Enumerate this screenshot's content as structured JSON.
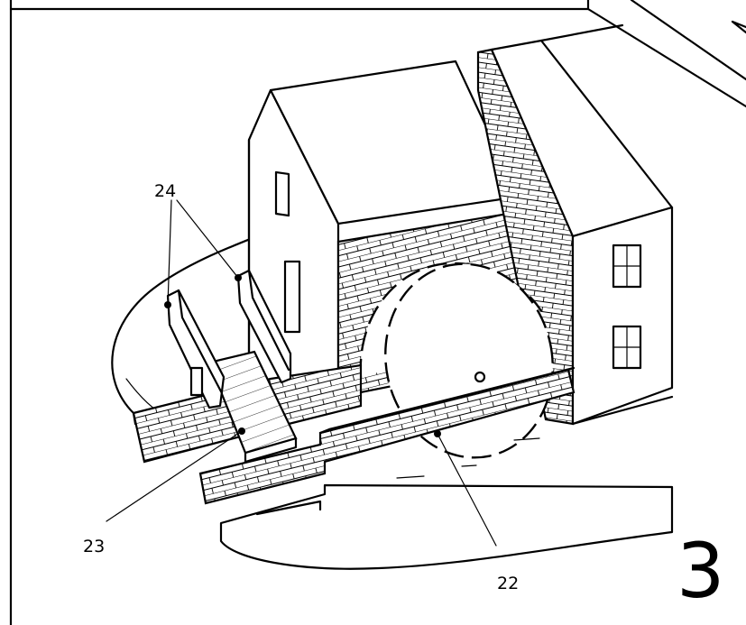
{
  "figure": {
    "step_number": "3",
    "callouts": [
      {
        "id": "22",
        "label": "22"
      },
      {
        "id": "23",
        "label": "23"
      },
      {
        "id": "24",
        "label": "24"
      }
    ]
  },
  "colors": {
    "ink": "#000000",
    "paper": "#ffffff"
  }
}
